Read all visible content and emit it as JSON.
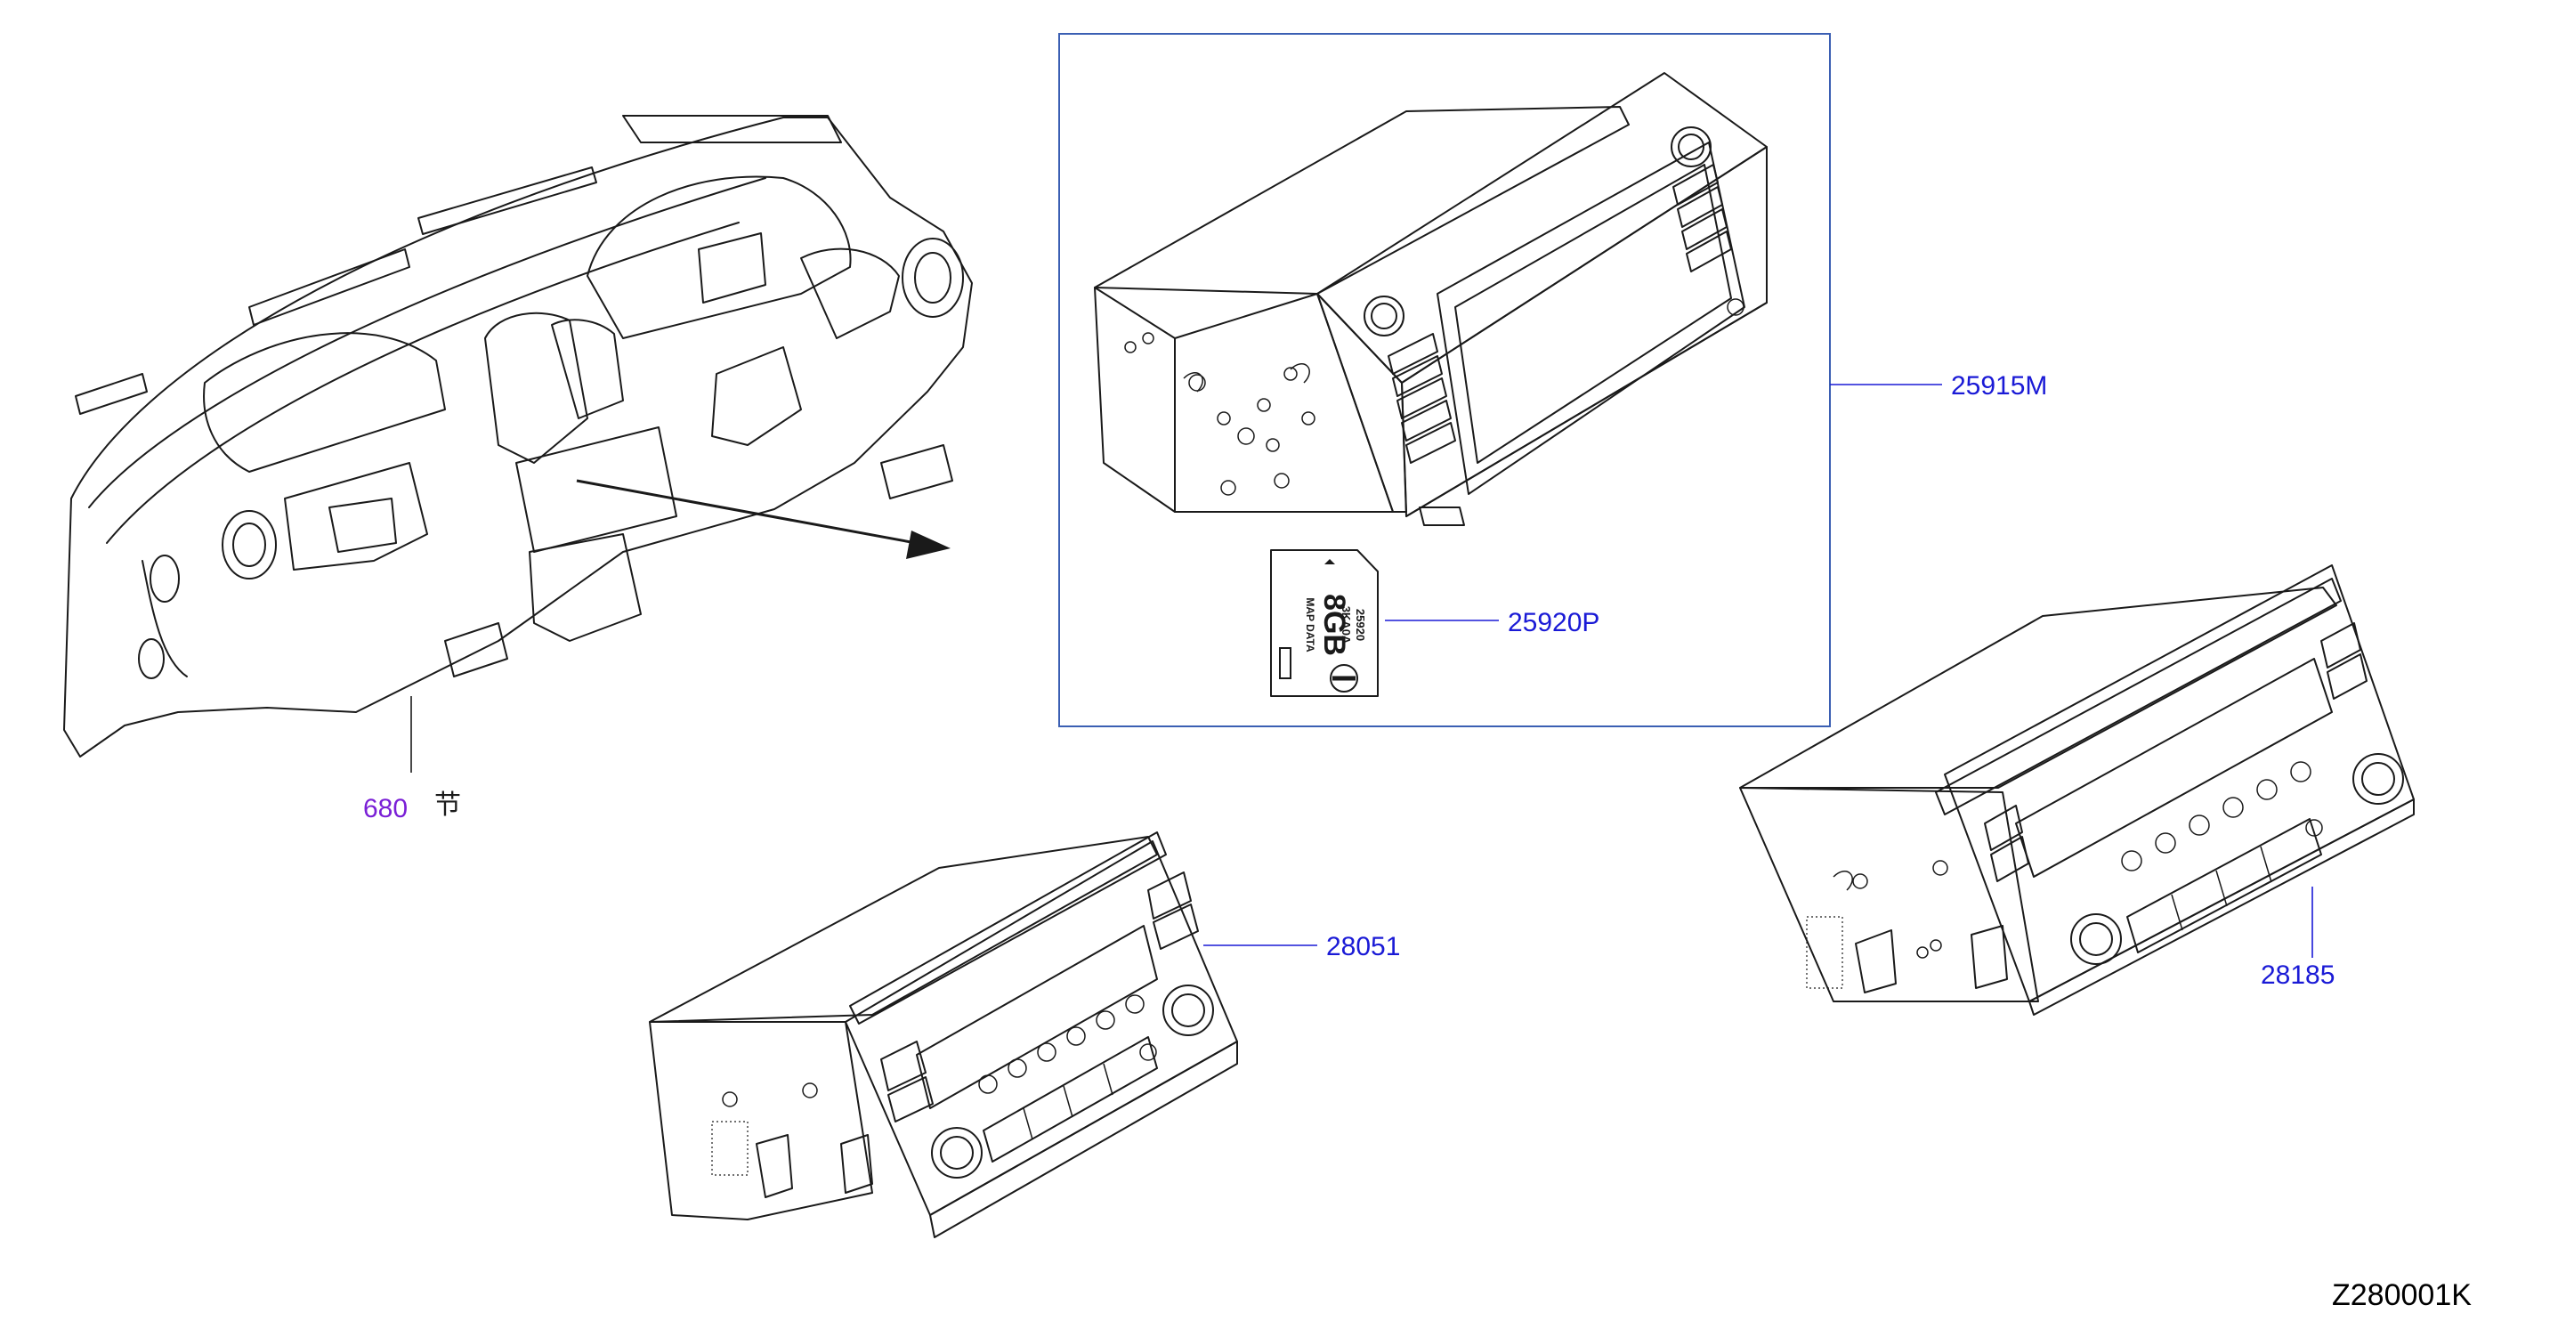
{
  "colors": {
    "part_number": "#1a1ad6",
    "section_ref": "#7a1fd6",
    "frame": "#3b5fb3",
    "line": "#1a1a1a"
  },
  "callouts": {
    "sec_num": "680",
    "sec_glyph": "节",
    "navi_unit": "25915M",
    "sd_card": "25920P",
    "radio_unit": "28051",
    "audio_unit": "28185"
  },
  "sd_card_text": {
    "capacity": "8GB",
    "line1": "25920",
    "line2": "3KA0A",
    "line3": "MAP DATA"
  },
  "diagram_code": "Z280001K"
}
